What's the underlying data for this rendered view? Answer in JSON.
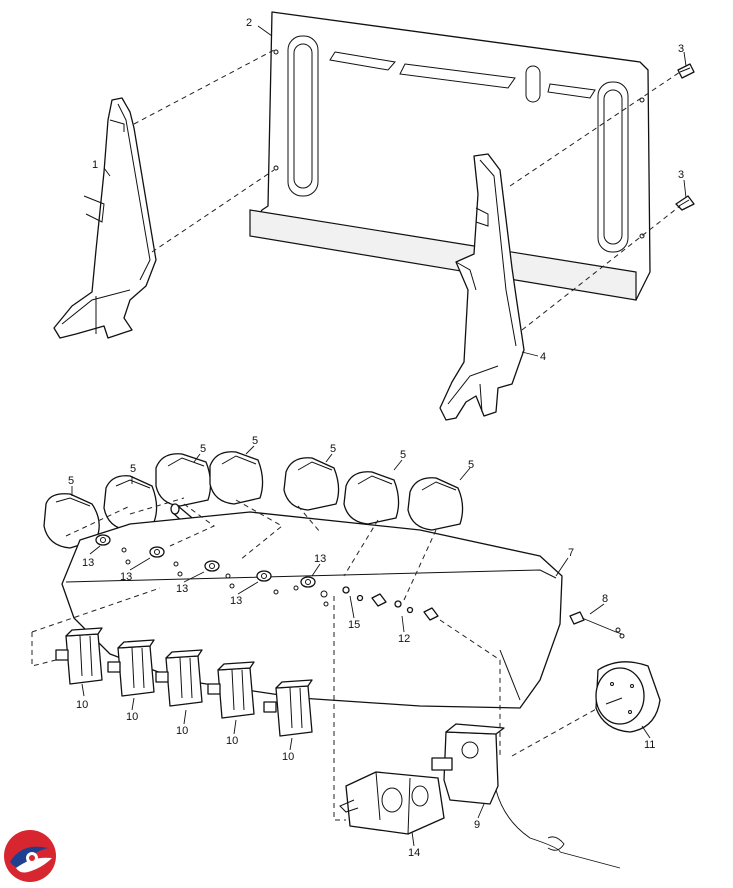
{
  "callouts": {
    "c1": "1",
    "c2": "2",
    "c3a": "3",
    "c3b": "3",
    "c4": "4",
    "k1": "5",
    "k2": "5",
    "k3": "5",
    "k4": "5",
    "k5": "5",
    "k6": "5",
    "k7": "5",
    "c7": "7",
    "c8": "8",
    "c9": "9",
    "t1": "10",
    "t2": "10",
    "t3": "10",
    "t4": "10",
    "t5": "10",
    "c11": "11",
    "c12": "12",
    "n1": "13",
    "n2": "13",
    "n3": "13",
    "n4": "13",
    "n5": "13",
    "c14": "14",
    "c15": "15"
  },
  "colors": {
    "logo_red": "#d7262f",
    "logo_blue": "#1f3f8f"
  },
  "icons": {
    "logo": "brand-logo-icon"
  }
}
